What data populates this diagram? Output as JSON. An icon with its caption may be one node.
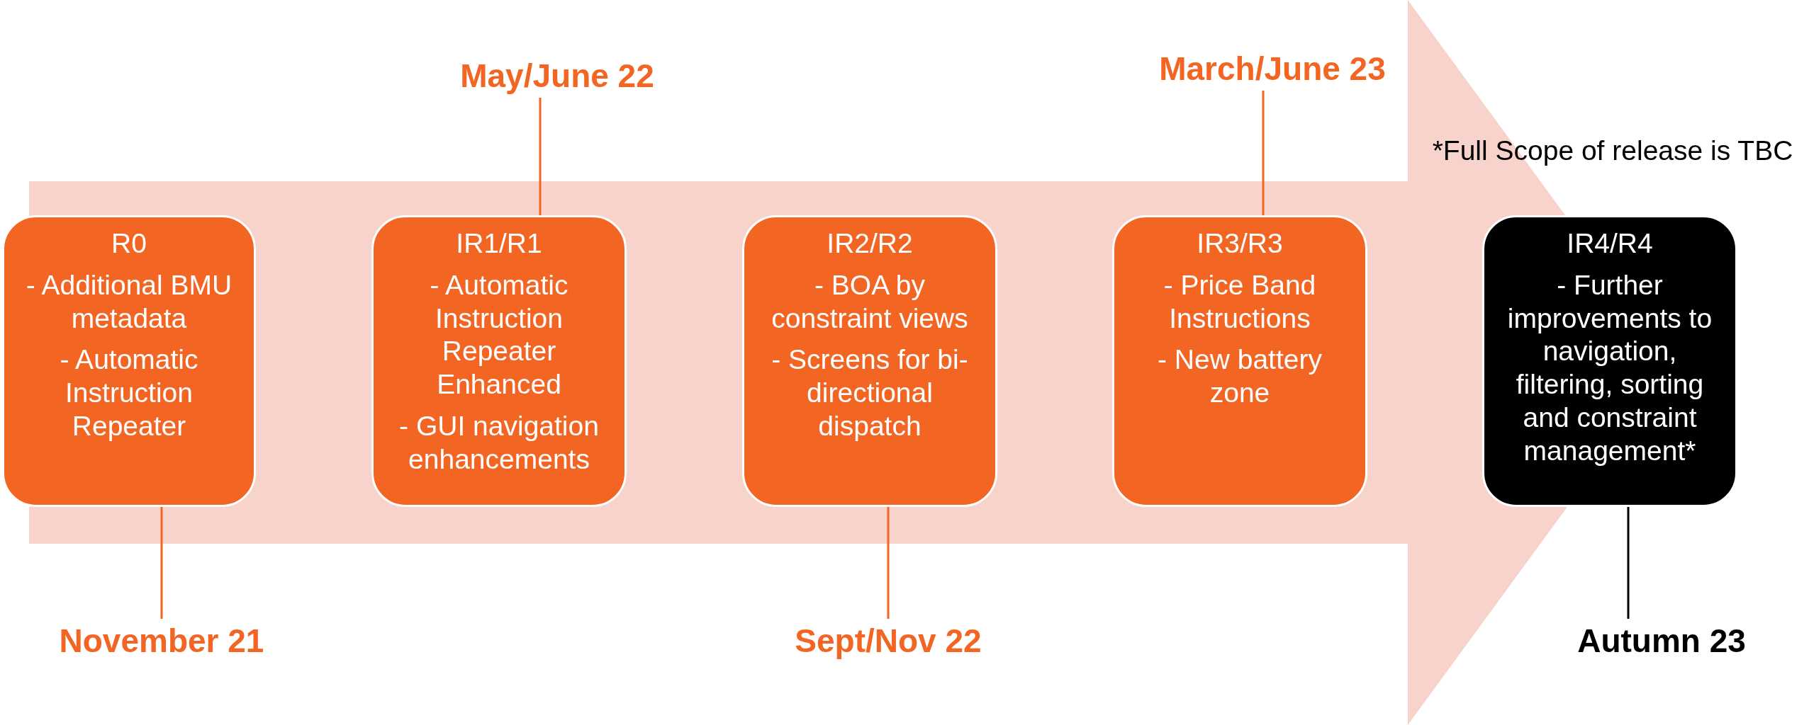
{
  "diagram": {
    "nodes": [
      {
        "text": [
          "R0",
          "- Additional BMU metadata",
          "- Automatic Instruction Repeater"
        ]
      },
      {
        "text": [
          "IR1/R1",
          "- Automatic Instruction Repeater Enhanced",
          "- GUI navigation enhancements"
        ]
      },
      {
        "text": [
          "IR2/R2",
          "- BOA by constraint views",
          "- Screens for bi-directional dispatch"
        ]
      },
      {
        "text": [
          "IR3/R3",
          "- Price Band Instructions",
          "- New battery zone"
        ]
      },
      {
        "text": [
          "IR4/R4",
          "- Further improvements to navigation, filtering, sorting and constraint management*"
        ]
      },
      {
        "text": [
          "November 21"
        ]
      },
      {
        "text": [
          "May/June 22"
        ]
      },
      {
        "text": [
          "Sept/Nov 22"
        ]
      },
      {
        "text": [
          "March/June 23"
        ]
      },
      {
        "text": [
          "Autumn 23"
        ]
      }
    ],
    "edges": [
      {
        "from": 0,
        "to": 5,
        "arrow": "none"
      },
      {
        "from": 6,
        "to": 1,
        "arrow": "none"
      },
      {
        "from": 2,
        "to": 7,
        "arrow": "none"
      },
      {
        "from": 8,
        "to": 3,
        "arrow": "none"
      },
      {
        "from": 4,
        "to": 9,
        "arrow": "none",
        "color": "#000000"
      }
    ],
    "labels": [
      "*Full Scope of release is TBC"
    ]
  }
}
